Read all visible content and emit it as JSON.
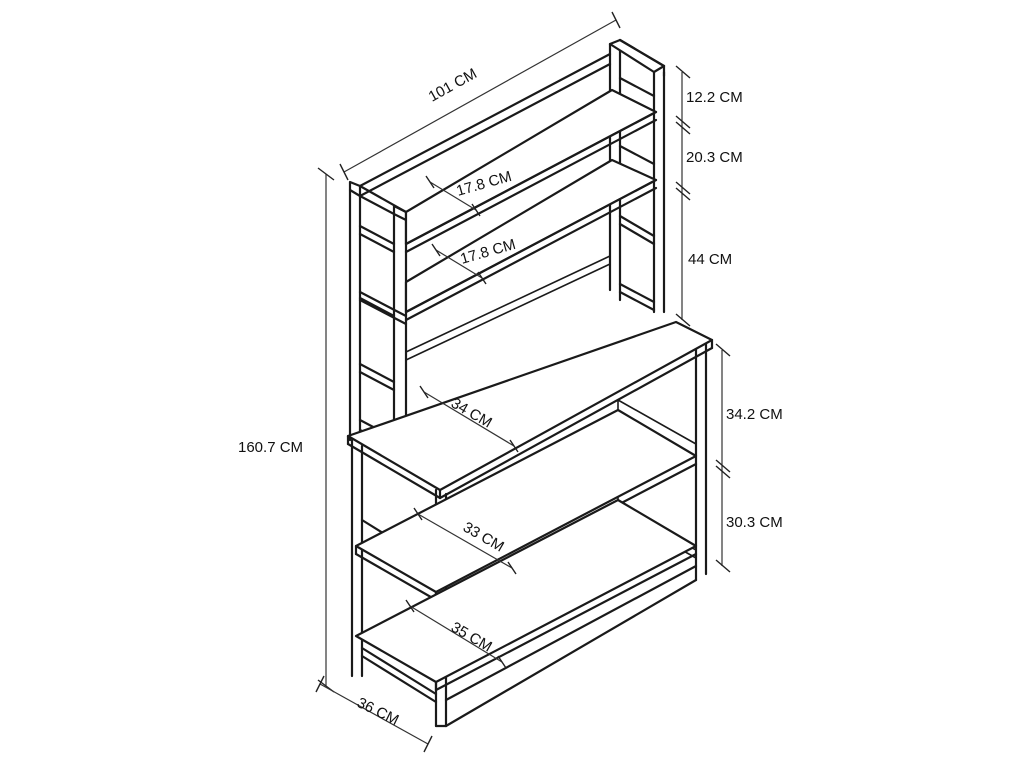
{
  "dimensions": {
    "total_width": "101 CM",
    "top_shelf_depth": "17.8 CM",
    "second_shelf_depth": "17.8 CM",
    "top_gap": "12.2 CM",
    "second_gap": "20.3 CM",
    "hutch_height": "44 CM",
    "total_height": "160.7 CM",
    "desk_depth": "34 CM",
    "desk_gap": "34.2 CM",
    "lower_gap": "30.3 CM",
    "middle_shelf_depth": "33 CM",
    "bottom_shelf_depth": "35 CM",
    "base_depth": "36 CM"
  },
  "colors": {
    "line": "#1a1a1a",
    "background": "#ffffff"
  }
}
